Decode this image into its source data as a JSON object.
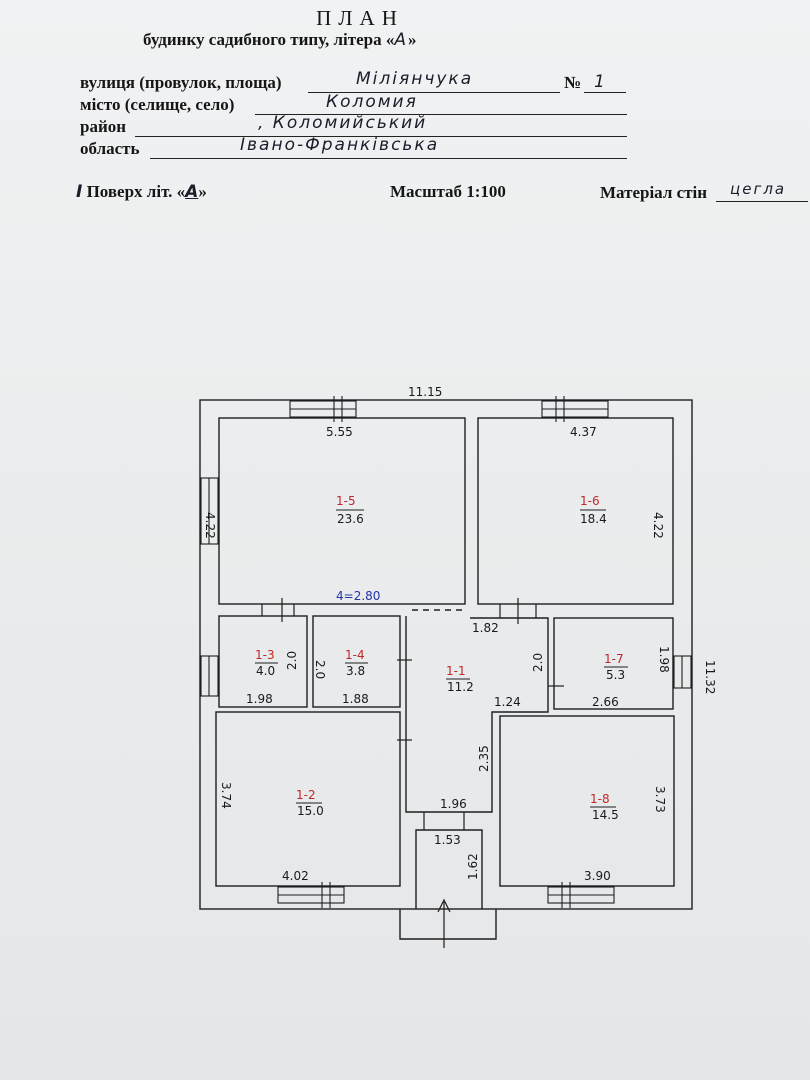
{
  "header": {
    "title": "ПЛАН",
    "subtitle_prefix": "будинку   садибного  типу, літера «",
    "subtitle_letter": "А",
    "subtitle_suffix": "»"
  },
  "address": {
    "street_label": "вулиця (провулок, площа)",
    "street_value": "Міліянчука",
    "number_label": "№",
    "number_value": "1",
    "city_label": "місто (селище, село)",
    "city_value": "Коломия",
    "district_label": "район",
    "district_value": ", Коломийський",
    "region_label": "область",
    "region_value": "Івано-Франківська"
  },
  "info": {
    "floor_roman": "I",
    "floor_label": "Поверх літ. «",
    "floor_letter": "А",
    "floor_close": "»",
    "scale": "Масштаб 1:100",
    "material_label": "Матеріал стін",
    "material_value": "цегла"
  },
  "plan": {
    "overall_width": "11.15",
    "overall_depth": "11.32",
    "ceiling_height": "4=2.80",
    "rooms": [
      {
        "id": "1-1",
        "area": "11.2"
      },
      {
        "id": "1-2",
        "area": "15.0"
      },
      {
        "id": "1-3",
        "area": "4.0"
      },
      {
        "id": "1-4",
        "area": "3.8"
      },
      {
        "id": "1-5",
        "area": "23.6"
      },
      {
        "id": "1-6",
        "area": "18.4"
      },
      {
        "id": "1-7",
        "area": "5.3"
      },
      {
        "id": "1-8",
        "area": "14.5"
      }
    ],
    "dims": {
      "r5_w": "5.55",
      "r5_h": "4.22",
      "r6_w": "4.37",
      "r6_h": "4.22",
      "r3_w": "1.98",
      "r3_h": "2.0",
      "r4_w": "1.88",
      "r4_h": "2.0",
      "r1_top": "1.82",
      "r1_side": "2.0",
      "r1_mid": "1.24",
      "r1_low": "2.35",
      "r1_bottom": "1.96",
      "r7_w": "2.66",
      "r7_h": "1.98",
      "r2_w": "4.02",
      "r2_h": "3.74",
      "r8_w": "3.90",
      "r8_h": "3.73",
      "porch_w": "1.53",
      "porch_h": "1.62"
    }
  }
}
